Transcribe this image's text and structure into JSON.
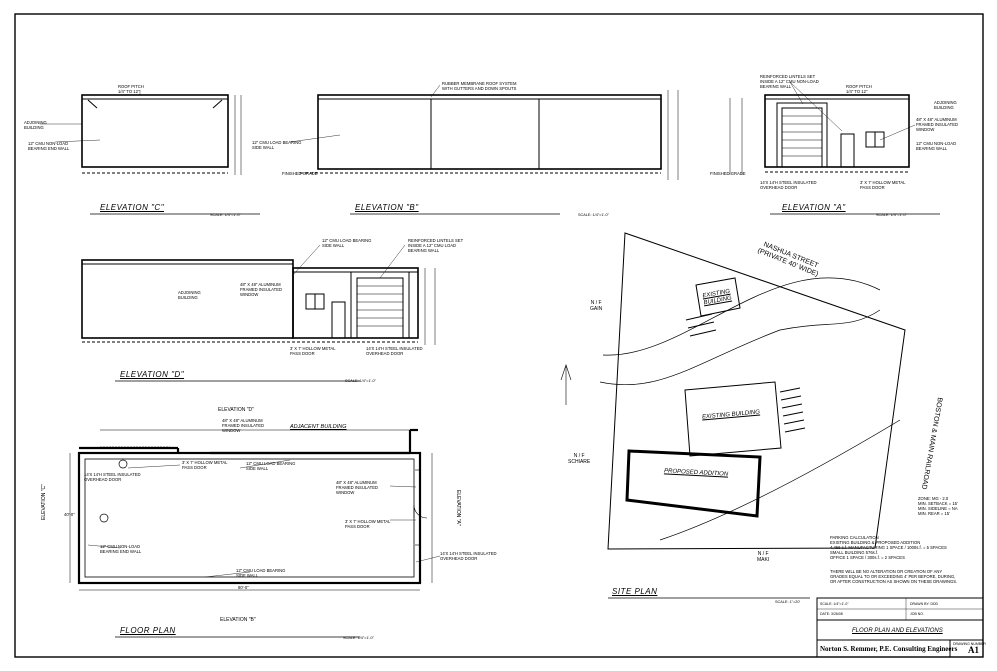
{
  "elevations": {
    "c": {
      "title": "ELEVATION \"C\"",
      "scale": "SCALE: 1/4\"=1'-0\"",
      "roof_pitch": "ROOF PITCH\n1/4\" TO 12\"",
      "adj_building": "ADJOINING\nBUILDING",
      "end_wall": "12\" CMU NON-LOAD\nBEARING END WALL"
    },
    "b": {
      "title": "ELEVATION \"B\"",
      "scale": "SCALE: 1/4\"=1'-0\"",
      "roof_system": "RUBBER MEMBRANE ROOF SYSTEM\nWITH GUTTERS AND DOWN SPOUTS",
      "side_wall": "12\" CMU LOAD BEARING\nSIDE WALL",
      "grade": "FINISHED GRADE"
    },
    "a": {
      "title": "ELEVATION \"A\"",
      "scale": "SCALE: 1/4\"=1'-0\"",
      "lintels": "REINFORCED LINTELS SET\nINSIDE A 12\" CMU NON-LOAD\nBEARING WALL",
      "roof_pitch": "ROOF PITCH\n1/4\" TO 12\"",
      "adj_building": "ADJOINING\nBUILDING",
      "window": "48\" X 48\" ALUMINUM\nFRAMED INSULATED\nWINDOW",
      "end_wall": "12\" CMU NON-LOAD\nBEARING WALL",
      "grade": "FINISHED GRADE",
      "overhead": "14'X 14'H STEEL INSULATED\nOVERHEAD DOOR",
      "pass_door": "3' X 7' HOLLOW METAL\nPASS DOOR"
    },
    "d": {
      "title": "ELEVATION \"D\"",
      "scale": "SCALE: 1/4\"=1'-0\"",
      "side_wall": "12\" CMU LOAD BEARING\nSIDE WALL",
      "lintels": "REINFORCED LINTELS SET\nINSIDE A 12\" CMU LOAD\nBEARING WALL",
      "adj_building": "ADJOINING\nBUILDING",
      "window": "48\" X 48\" ALUMINUM\nFRAMED INSULATED\nWINDOW",
      "pass_door": "3' X 7' HOLLOW METAL\nPASS DOOR",
      "overhead": "14'X 14'H STEEL INSULATED\nOVERHEAD DOOR"
    }
  },
  "floor_plan": {
    "title": "FLOOR PLAN",
    "scale": "SCALE: 1/4\"=1'-0\"",
    "elev_d": "ELEVATION \"D\"",
    "elev_b": "ELEVATION \"B\"",
    "elev_c": "ELEVATION \"C\"",
    "elev_a": "ELEVATION \"A\"",
    "adjacent": "ADJACENT BUILDING",
    "window": "48\" X 48\" ALUMINUM\nFRAMED INSULATED\nWINDOW",
    "pass_door": "3' X 7' HOLLOW METAL\nPASS DOOR",
    "overhead": "14'X 14'H STEEL INSULATED\nOVERHEAD DOOR",
    "side_wall_top": "12\" CMU LOAD BEARING\nSIDE WALL",
    "side_wall_bottom": "12\" CMU LOAD BEARING\nSIDE WALL",
    "end_wall": "12\" CMU NON-LOAD\nBEARING END WALL",
    "window_r": "48\" X 48\" ALUMINUM\nFRAMED INSULATED\nWINDOW",
    "pass_door_r": "3' X 7' HOLLOW METAL\nPASS DOOR",
    "overhead_r": "14'X 14'H STEEL INSULATED\nOVERHEAD DOOR",
    "dim_overall": "80'-0\"",
    "dim_depth": "40'-0\""
  },
  "site_plan": {
    "title": "SITE PLAN",
    "scale": "SCALE: 1\"=20'",
    "street": "NASHUA STREET\n(PRIVATE 40' WIDE)",
    "railroad": "BOSTON & MAIN RAILROAD",
    "existing_bldg_1": "EXISTING\nBUILDING",
    "existing_bldg_2": "EXISTING BUILDING",
    "proposed": "PROPOSED ADDITION",
    "nf_gain": "N / F\nGAIN",
    "nf_schiare": "N / F\nSCHIARE",
    "nf_maki": "N / F\nMAKI",
    "zoning": "ZONE: MG - 2.0\nMIN. SETBACK = 15'\nMIN. SIDELINE = NA\nMIN. REAR = 15'",
    "parking": "PARKING CALCULATION\nEXISTING BUILDING & PROPOSED ADDITION\n4,456 s.f. MANUFACTURING 1 SPACE / 1000s.f. = 5 SPACES\nSMALL BUILDING 576s.f.\nOFFICE 1 SPACE / 300s.f. = 2 SPACES",
    "note": "THERE WILL BE NO ALTERATION OR CREATION OF ANY\nGRADES EQUAL TO OR EXCEEDING 4' PER BEFORE, DURING,\nOR AFTER CONSTRUCTION AS SHOWN ON THESE DRAWINGS."
  },
  "title_block": {
    "drawing_title": "FLOOR PLAN AND ELEVATIONS",
    "firm": "Norton S. Remmer, P.E. Consulting Engineers",
    "sheet": "A1",
    "scale_lbl": "SCALE: 1/4\"=1'-0\"",
    "date_lbl": "DATE: 3/26/08",
    "drawn_lbl": "DRAWN BY: DDD",
    "job_lbl": "JOB NO.",
    "drawing_no": "DRAWING NUMBER"
  }
}
